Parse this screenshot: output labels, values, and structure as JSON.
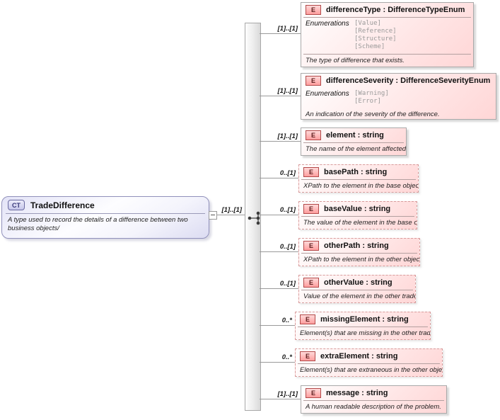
{
  "root": {
    "badge": "CT",
    "title": "TradeDifference",
    "description": "A type used to record the details of a difference between two business objects/",
    "cardinality": "[1]..[1]"
  },
  "compositor": "sequence",
  "elements": [
    {
      "badge": "E",
      "label": "differenceType : DifferenceTypeEnum",
      "cardinality": "[1]..[1]",
      "optional": false,
      "enumerations_label": "Enumerations",
      "enumerations": [
        "[Value]",
        "[Reference]",
        "[Structure]",
        "[Scheme]"
      ],
      "description": "The type of difference that exists."
    },
    {
      "badge": "E",
      "label": "differenceSeverity : DifferenceSeverityEnum",
      "cardinality": "[1]..[1]",
      "optional": false,
      "enumerations_label": "Enumerations",
      "enumerations": [
        "[Warning]",
        "[Error]"
      ],
      "description": "An indication of the severity of the difference."
    },
    {
      "badge": "E",
      "label": "element : string",
      "cardinality": "[1]..[1]",
      "optional": false,
      "description": "The name of the element affected."
    },
    {
      "badge": "E",
      "label": "basePath : string",
      "cardinality": "0..[1]",
      "optional": true,
      "description": "XPath to the element in the base object."
    },
    {
      "badge": "E",
      "label": "baseValue : string",
      "cardinality": "0..[1]",
      "optional": true,
      "description": "The value of the element in the base object."
    },
    {
      "badge": "E",
      "label": "otherPath : string",
      "cardinality": "0..[1]",
      "optional": true,
      "description": "XPath to the element in the other object."
    },
    {
      "badge": "E",
      "label": "otherValue : string",
      "cardinality": "0..[1]",
      "optional": true,
      "description": "Value of the element in the other trade."
    },
    {
      "badge": "E",
      "label": "missingElement : string",
      "cardinality": "0..*",
      "optional": true,
      "description": "Element(s) that are missing in the other trade."
    },
    {
      "badge": "E",
      "label": "extraElement : string",
      "cardinality": "0..*",
      "optional": true,
      "description": "Element(s) that are extraneous in the other object."
    },
    {
      "badge": "E",
      "label": "message : string",
      "cardinality": "[1]..[1]",
      "optional": false,
      "description": "A human readable description of the problem."
    }
  ],
  "colors": {
    "element_border": "#a9a9a9",
    "optional_border": "#d89c9c",
    "element_fill": "#ffd6d6",
    "element_badge_border": "#b24949",
    "ct_border": "#9191bb",
    "ct_fill": "#e3e3f7",
    "connector": "#9a9a9a",
    "enum_text": "#9a9a9a"
  }
}
